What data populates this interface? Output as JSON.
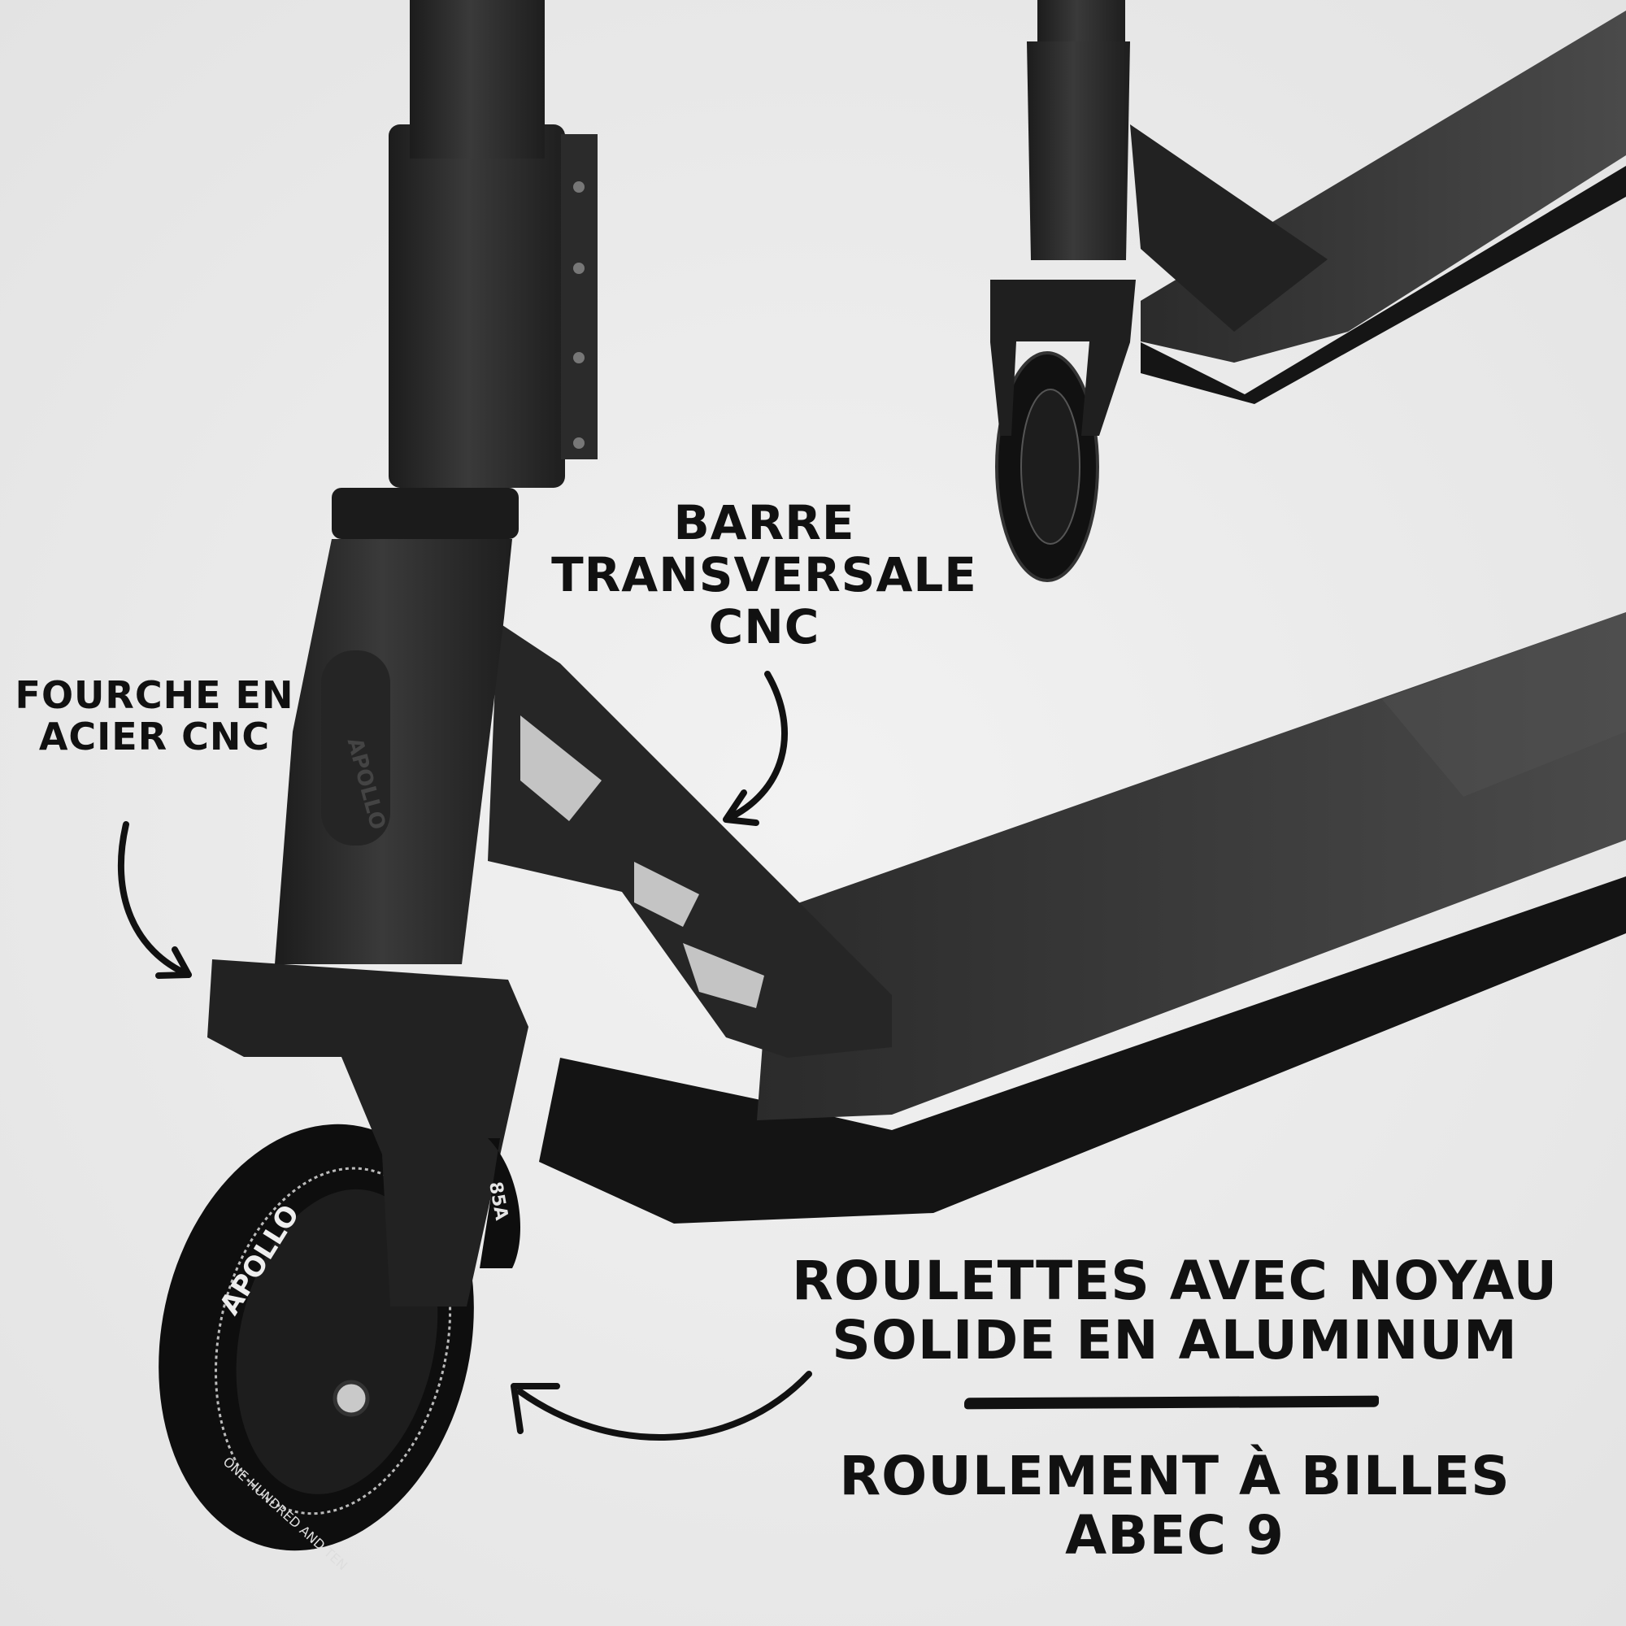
{
  "labels": {
    "crossbar": [
      "BARRE",
      "TRANSVERSALE",
      "CNC"
    ],
    "fork": [
      "FOURCHE EN",
      "ACIER CNC"
    ],
    "wheels": [
      "ROULETTES AVEC NOYAU",
      "SOLIDE EN ALUMINUM"
    ],
    "bearings": [
      "ROULEMENT À BILLES",
      "ABEC 9"
    ]
  },
  "product_markings": {
    "brand": "APOLLO",
    "wheel_text": "ONE HUNDRED AND TEN",
    "wheel_hardness": "85A"
  },
  "colors": {
    "background": "#ececec",
    "scooter": "#2a2a2a",
    "text": "#111111"
  }
}
